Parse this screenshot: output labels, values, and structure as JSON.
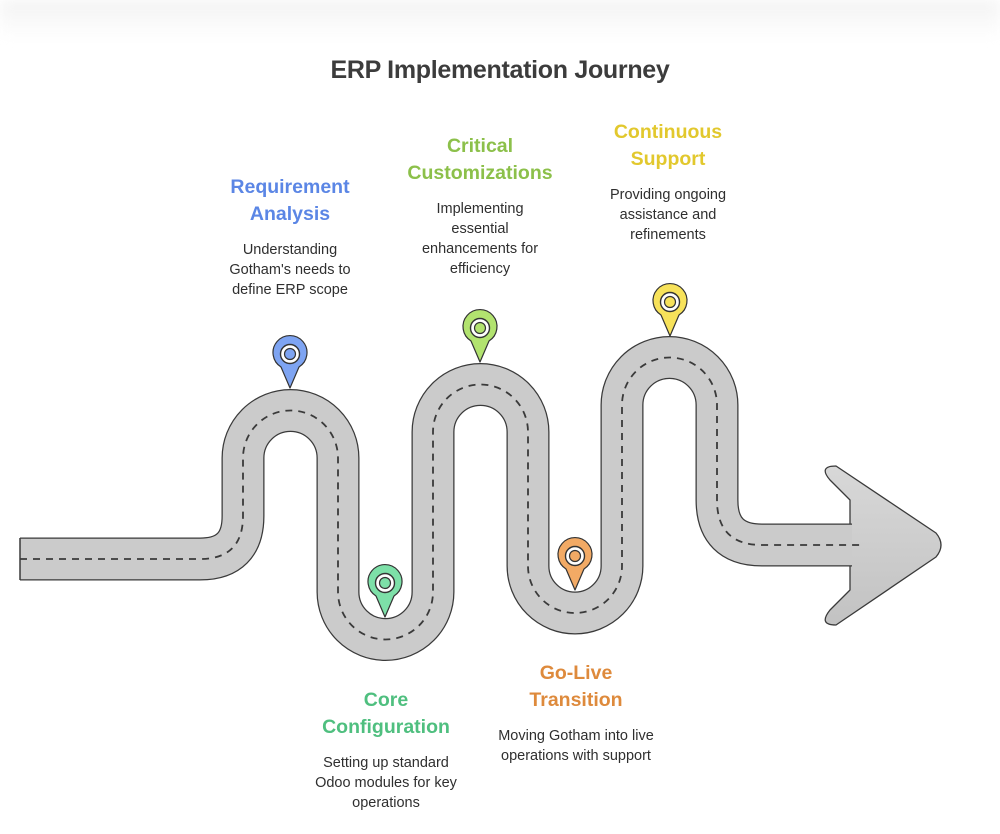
{
  "title": "ERP Implementation Journey",
  "stages": [
    {
      "title": "Requirement Analysis",
      "title_lines": [
        "Requirement",
        "Analysis"
      ],
      "description": "Understanding Gotham's needs to define ERP scope",
      "color": "#5b86e5",
      "pin_fill": "#7ea4f2",
      "position": "top"
    },
    {
      "title": "Core Configuration",
      "title_lines": [
        "Core",
        "Configuration"
      ],
      "description": "Setting up standard Odoo modules for key operations",
      "color": "#4fbf7f",
      "pin_fill": "#7de0a8",
      "position": "bottom"
    },
    {
      "title": "Critical Customizations",
      "title_lines": [
        "Critical",
        "Customizations"
      ],
      "description": "Implementing essential enhancements for efficiency",
      "color": "#8cc04a",
      "pin_fill": "#b2e36f",
      "position": "top"
    },
    {
      "title": "Go-Live Transition",
      "title_lines": [
        "Go-Live",
        "Transition"
      ],
      "description": "Moving Gotham into live operations with support",
      "color": "#de8a3c",
      "pin_fill": "#f2aa65",
      "position": "bottom"
    },
    {
      "title": "Continuous Support",
      "title_lines": [
        "Continuous",
        "Support"
      ],
      "description": "Providing ongoing assistance and refinements",
      "color": "#e2c82d",
      "pin_fill": "#f7e25a",
      "position": "top"
    }
  ],
  "colors": {
    "road": "#c9c9c9",
    "road_edge": "#3a3a3a",
    "lane": "#3a3a3a",
    "title": "#3c3c3c"
  }
}
